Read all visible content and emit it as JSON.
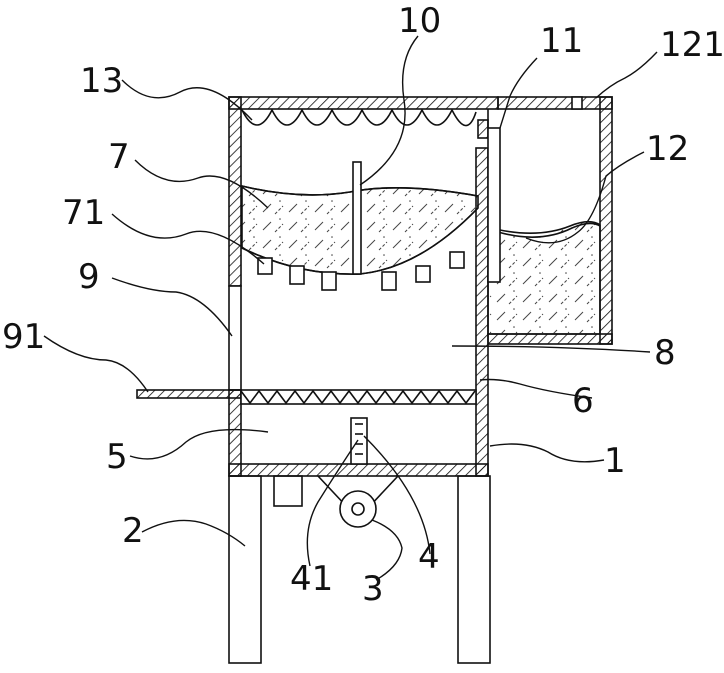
{
  "diagram": {
    "labels": {
      "l1": "1",
      "l2": "2",
      "l3": "3",
      "l4": "4",
      "l41": "41",
      "l5": "5",
      "l6": "6",
      "l7": "7",
      "l71": "71",
      "l8": "8",
      "l9": "9",
      "l91": "91",
      "l10": "10",
      "l11": "11",
      "l12": "12",
      "l121": "121",
      "l13": "13"
    },
    "colors": {
      "stroke": "#111111",
      "background": "#ffffff"
    }
  }
}
